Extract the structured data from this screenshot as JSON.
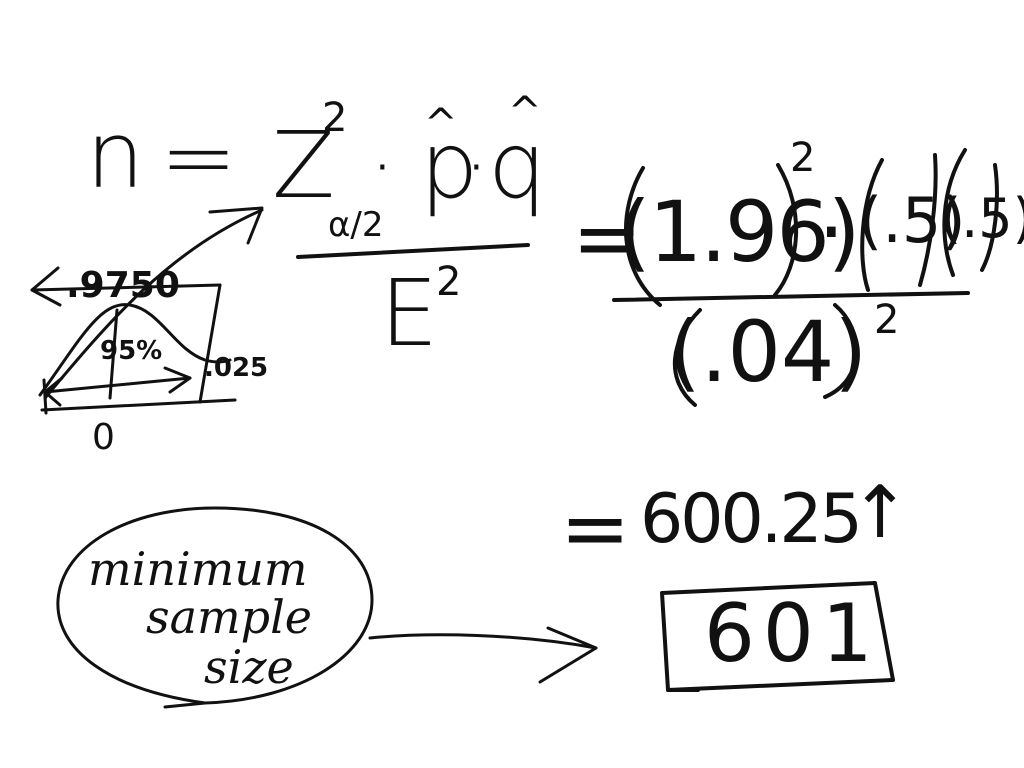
{
  "formula": {
    "lhs": "n",
    "equals": "=",
    "z": "Z",
    "z_exponent": "2",
    "z_subscript": "α/2",
    "dot1": "·",
    "p_hat": "p",
    "p_hat_mark": "^",
    "dot2": "·",
    "q_hat": "q",
    "q_hat_mark": "^",
    "denominator": "E",
    "denominator_exponent": "2"
  },
  "substitution": {
    "equals": "=",
    "z_value": "(1.96)",
    "z_exponent": "2",
    "dot": "·",
    "p_value": "(.5)",
    "q_value": "(.5)",
    "denominator": "(.04)",
    "denominator_exponent": "2"
  },
  "result": {
    "equals": "=",
    "raw_value": "600.25",
    "round_up_symbol": "↑",
    "final_value": "601"
  },
  "normal_curve_sketch": {
    "left_label": ".9750",
    "center_label": "95%",
    "right_tail_label": ".025",
    "axis_label": "0"
  },
  "note": {
    "line1": "minimum",
    "line2": "sample",
    "line3": "size"
  },
  "colors": {
    "ink": "#111111",
    "background": "#ffffff"
  }
}
